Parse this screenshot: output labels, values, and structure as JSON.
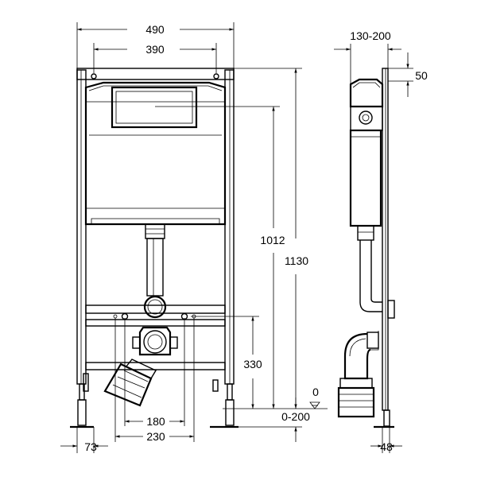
{
  "dimensions": {
    "frame_width": "490",
    "bracket_spacing": "390",
    "depth_range": "130-200",
    "top_offset": "50",
    "cistern_height": "1012",
    "total_height": "1130",
    "outlet_height": "330",
    "floor_zero": "0",
    "floor_adjust": "0-200",
    "outlet_center": "180",
    "outlet_span": "230",
    "foot_offset": "73",
    "foot_depth": "48"
  }
}
